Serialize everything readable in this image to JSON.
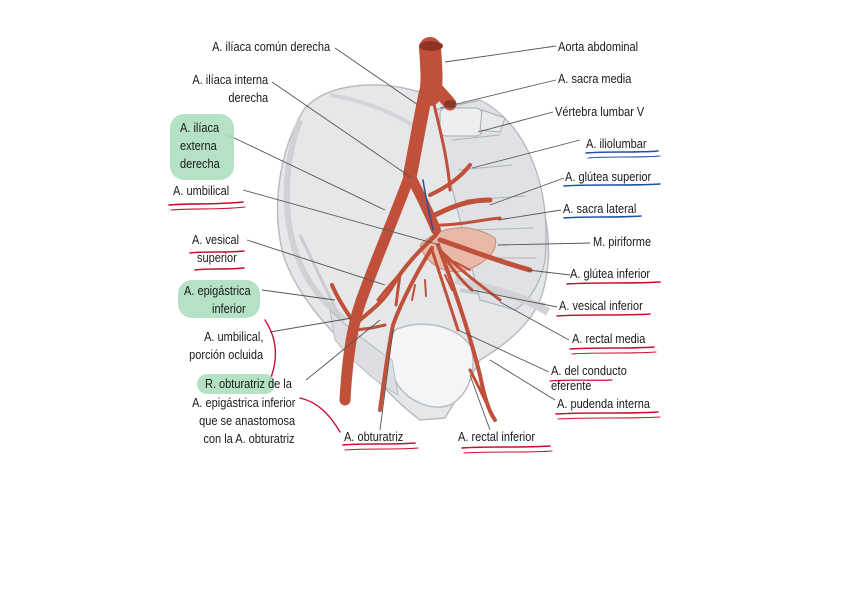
{
  "diagram": {
    "left_labels": {
      "iliaca_comun_derecha": "A. ilíaca común derecha",
      "iliaca_interna_derecha_1": "A. ilíaca interna",
      "iliaca_interna_derecha_2": "derecha",
      "iliaca_externa_derecha_1": "A. ilíaca",
      "iliaca_externa_derecha_2": "externa",
      "iliaca_externa_derecha_3": "derecha",
      "umbilical": "A. umbilical",
      "vesical_superior_1": "A. vesical",
      "vesical_superior_2": "superior",
      "epigastrica_inferior_1": "A. epigástrica",
      "epigastrica_inferior_2": "inferior",
      "umbilical_ocluida_1": "A. umbilical,",
      "umbilical_ocluida_2": "porción ocluida",
      "r_obturatriz_1a": "R. obturatriz",
      "r_obturatriz_1b": " de la",
      "r_obturatriz_2": "A. epigástrica inferior",
      "r_obturatriz_3": "que se anastomosa",
      "r_obturatriz_4": "con la A. obturatriz"
    },
    "right_labels": {
      "aorta_abdominal": "Aorta abdominal",
      "sacra_media": "A. sacra media",
      "vertebra_lumbar": "Vértebra lumbar V",
      "iliolumbar": "A. iliolumbar",
      "glutea_superior": "A. glútea superior",
      "sacra_lateral": "A. sacra lateral",
      "piriforme": "M. piriforme",
      "glutea_inferior": "A. glútea inferior",
      "vesical_inferior": "A. vesical inferior",
      "rectal_media": "A. rectal media",
      "conducto_eferente_1": "A. del conducto",
      "conducto_eferente_2": "eferente",
      "pudenda_interna": "A. pudenda interna"
    },
    "bottom_labels": {
      "obturatriz": "A. obturatriz",
      "rectal_inferior": "A. rectal inferior"
    },
    "colors": {
      "artery": "#c0503a",
      "artery_dark": "#8f3325",
      "bone": "#e6e7e9",
      "bone_edge": "#b9bcc0",
      "highlight_green": "#a8dcbb",
      "underline_red": "#c8102e",
      "underline_blue": "#1f4fa8",
      "leader": "#555555"
    }
  }
}
